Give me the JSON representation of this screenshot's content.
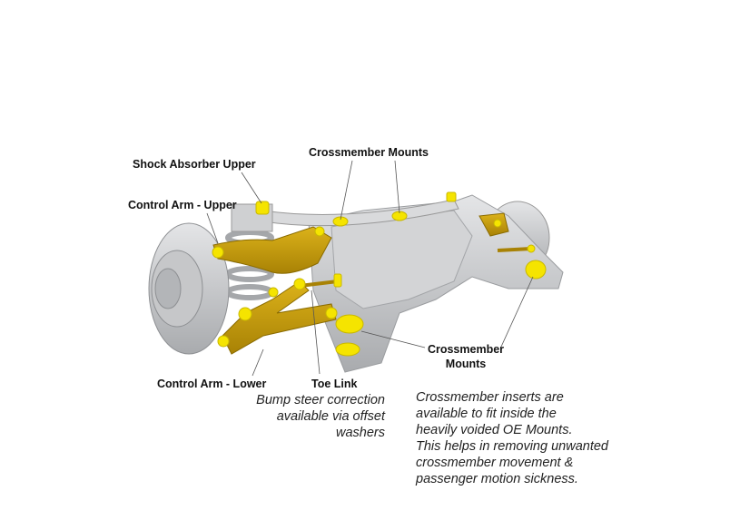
{
  "labels": {
    "shock_absorber_upper": "Shock Absorber Upper",
    "crossmember_mounts_top": "Crossmember Mounts",
    "control_arm_upper": "Control Arm - Upper",
    "crossmember_mounts_bottom_line1": "Crossmember",
    "crossmember_mounts_bottom_line2": "Mounts",
    "control_arm_lower": "Control Arm - Lower",
    "toe_link": "Toe Link"
  },
  "notes": {
    "toe_link_note": [
      "Bump steer correction",
      "available via offset",
      "washers"
    ],
    "crossmember_note": [
      "Crossmember inserts are",
      "available to fit inside the",
      "heavily voided OE Mounts.",
      "This helps in removing unwanted",
      "crossmember movement &",
      "passenger motion sickness."
    ]
  },
  "colors": {
    "bushing": "#f5e400",
    "arm": "#c9a10a",
    "metal": "#c8c9cb",
    "leader": "#555555"
  }
}
